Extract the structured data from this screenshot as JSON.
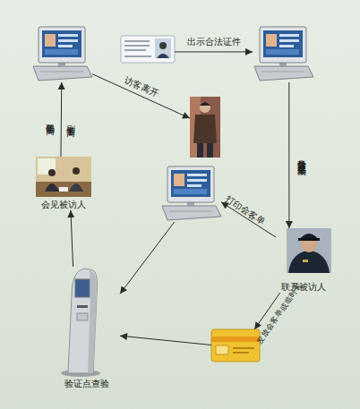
{
  "diagram": {
    "nodes": [
      {
        "text": []
      },
      {
        "text": []
      },
      {
        "text": []
      },
      {
        "text": []
      },
      {
        "text": [
          "会见被访人"
        ]
      },
      {
        "text": []
      },
      {
        "text": [
          "联系被访人"
        ]
      },
      {
        "text": [
          "验证点查验"
        ]
      },
      {
        "text": []
      }
    ],
    "edges": [
      {
        "from": 1,
        "to": 2,
        "arrow": "to",
        "label": "出示合法证件"
      },
      {
        "from": 2,
        "to": 6,
        "arrow": "to",
        "label": "身份验证及信息采集"
      },
      {
        "from": 6,
        "to": 5,
        "arrow": "to",
        "label": "打印会客单"
      },
      {
        "from": 6,
        "to": 8,
        "arrow": "to",
        "label": "发放会客单或临时卡"
      },
      {
        "from": 8,
        "to": 7,
        "arrow": "to"
      },
      {
        "from": 5,
        "to": 7,
        "arrow": "to"
      },
      {
        "from": 7,
        "to": 4,
        "arrow": "to"
      },
      {
        "from": 4,
        "to": 0,
        "arrow": "to",
        "label": "刷卡签离"
      },
      {
        "from": 0,
        "to": 3,
        "arrow": "to",
        "label": "访客离开"
      }
    ],
    "labels": [
      "条码签离"
    ]
  }
}
